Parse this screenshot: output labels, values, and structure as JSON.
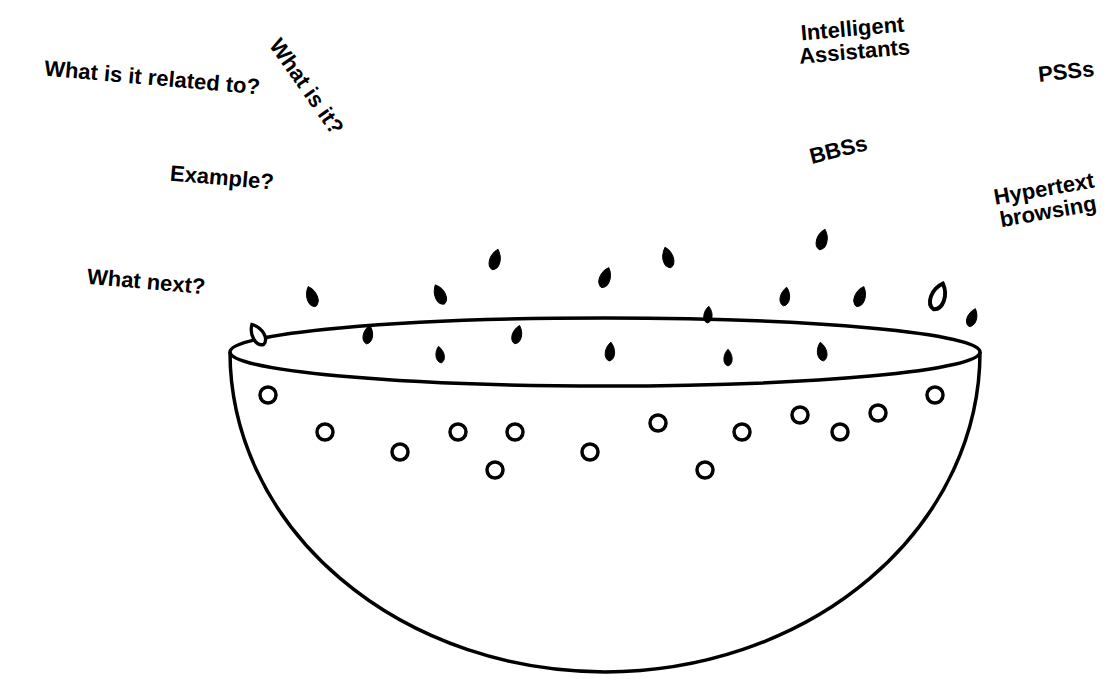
{
  "diagram": {
    "labels": [
      "What is it related to?",
      "What is it?",
      "Example?",
      "What next?",
      "Intelligent Assistants",
      "BBSs",
      "PSSs",
      "Hypertext browsing"
    ]
  }
}
